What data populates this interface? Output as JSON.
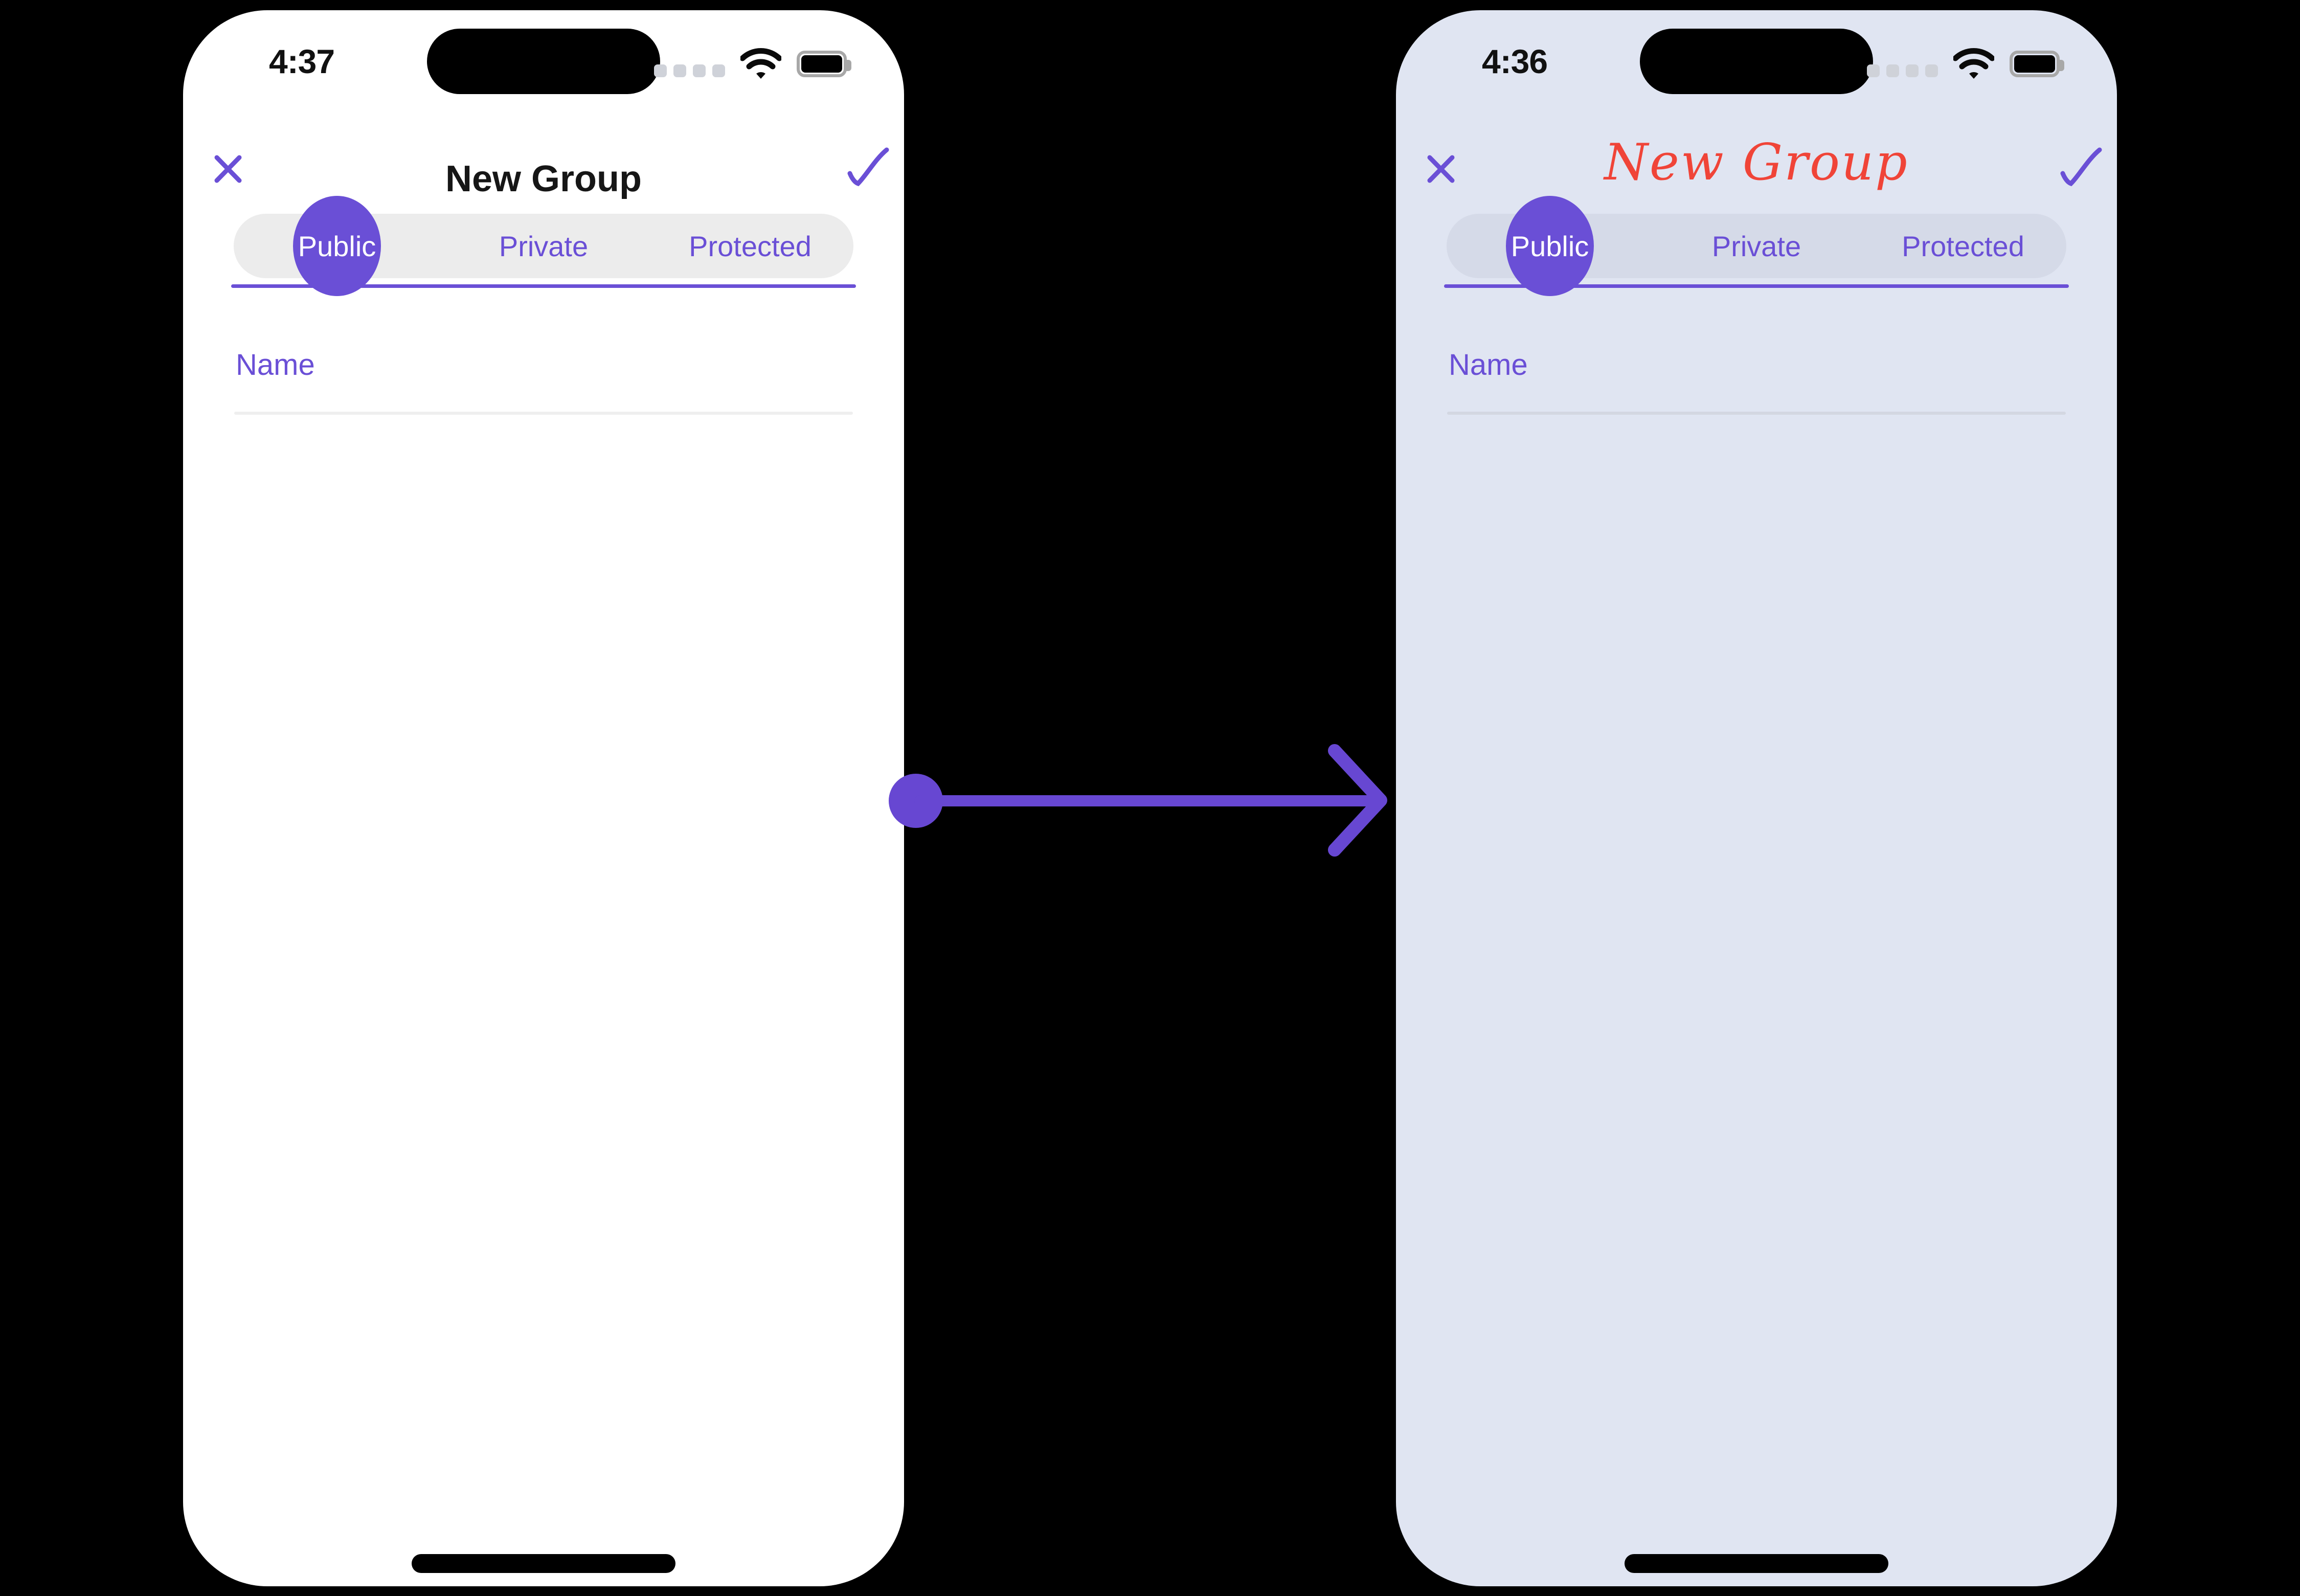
{
  "colors": {
    "accent_purple": "#6A4FD6",
    "arrow_purple": "#6747D2",
    "script_red": "#F04438",
    "left_bg": "#FFFFFF",
    "right_bg": "#E0E5F2",
    "left_segment_bg": "#ECECEC",
    "right_segment_bg": "#D5DAE8",
    "left_field_line": "#EFEFEF",
    "right_field_line": "#D3D7E2",
    "title_black": "#161616",
    "status_dot_gray": "#CFD2D9",
    "battery_gray": "#A8A8A8"
  },
  "left_phone": {
    "time": "4:37",
    "title": "New Group",
    "tabs": [
      "Public",
      "Private",
      "Protected"
    ],
    "selected_tab": "Public",
    "name_placeholder": "Name"
  },
  "right_phone": {
    "time": "4:36",
    "title": "New Group",
    "tabs": [
      "Public",
      "Private",
      "Protected"
    ],
    "selected_tab": "Public",
    "name_placeholder": "Name"
  },
  "icons": {
    "close": "x-icon",
    "confirm": "check-icon",
    "cellular": "cellular-dots-icon",
    "wifi": "wifi-icon",
    "battery": "battery-icon",
    "arrow": "right-arrow"
  }
}
